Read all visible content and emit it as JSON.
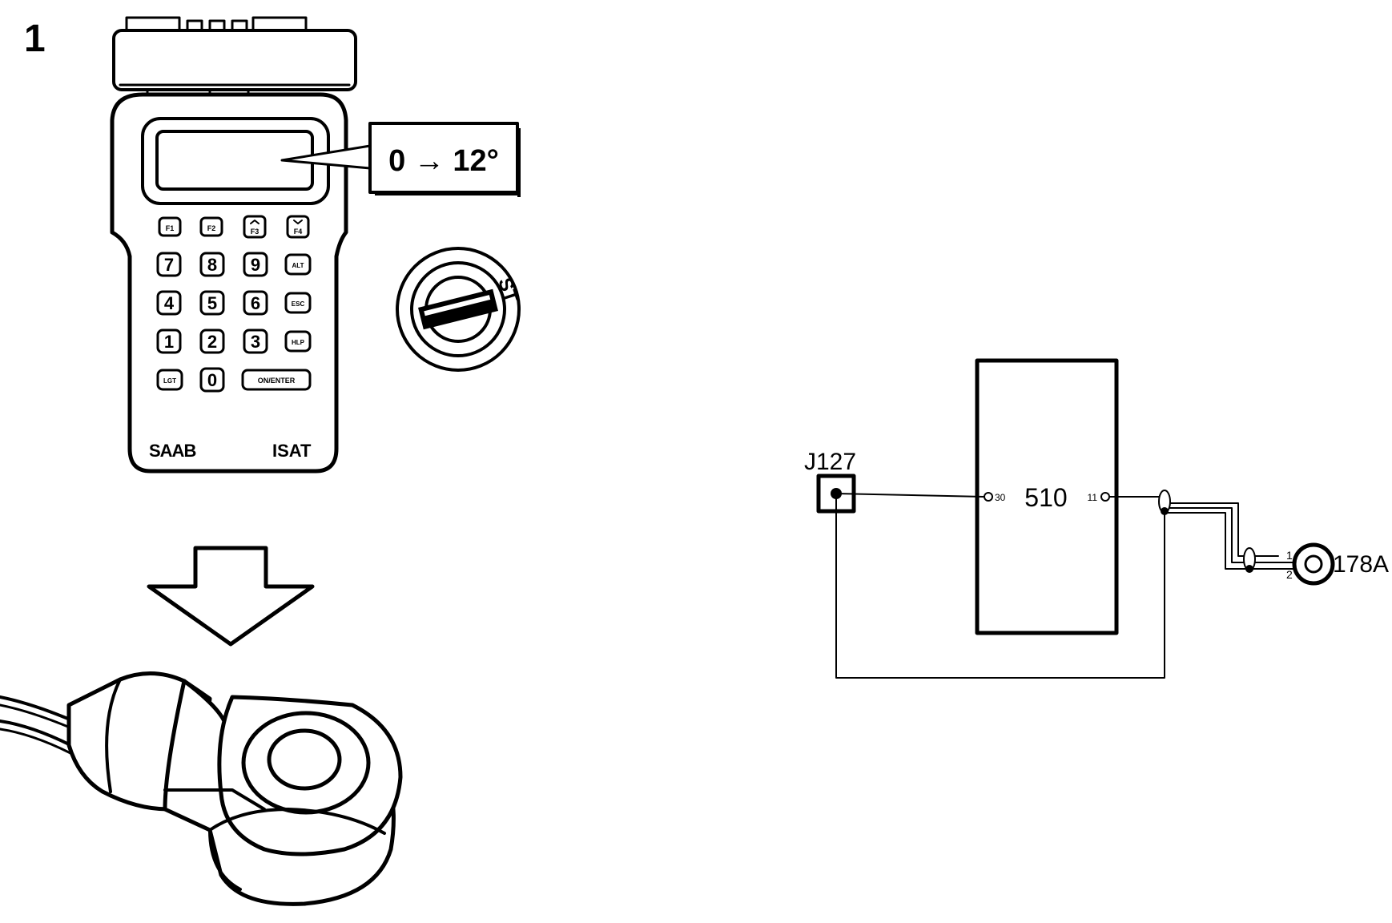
{
  "figure": {
    "step_number": "1"
  },
  "tester": {
    "display_reading": "0 → 12°",
    "brand_label": "SAAB",
    "model_label": "ISAT",
    "keys": {
      "f1": "F1",
      "f2": "F2",
      "f3": "F3",
      "f4": "F4",
      "k7": "7",
      "k8": "8",
      "k9": "9",
      "alt": "ALT",
      "k4": "4",
      "k5": "5",
      "k6": "6",
      "esc": "ESC",
      "k1": "1",
      "k2": "2",
      "k3": "3",
      "hlp": "HLP",
      "lgt": "LGT",
      "k0": "0",
      "enter": "ON/ENTER"
    }
  },
  "ignition": {
    "position_label": "ST"
  },
  "wiring": {
    "connector": "J127",
    "control_unit": "510",
    "pin_in": "30",
    "pin_out": "11",
    "sensor": "178A",
    "sensor_pin_1": "1",
    "sensor_pin_2": "2"
  }
}
